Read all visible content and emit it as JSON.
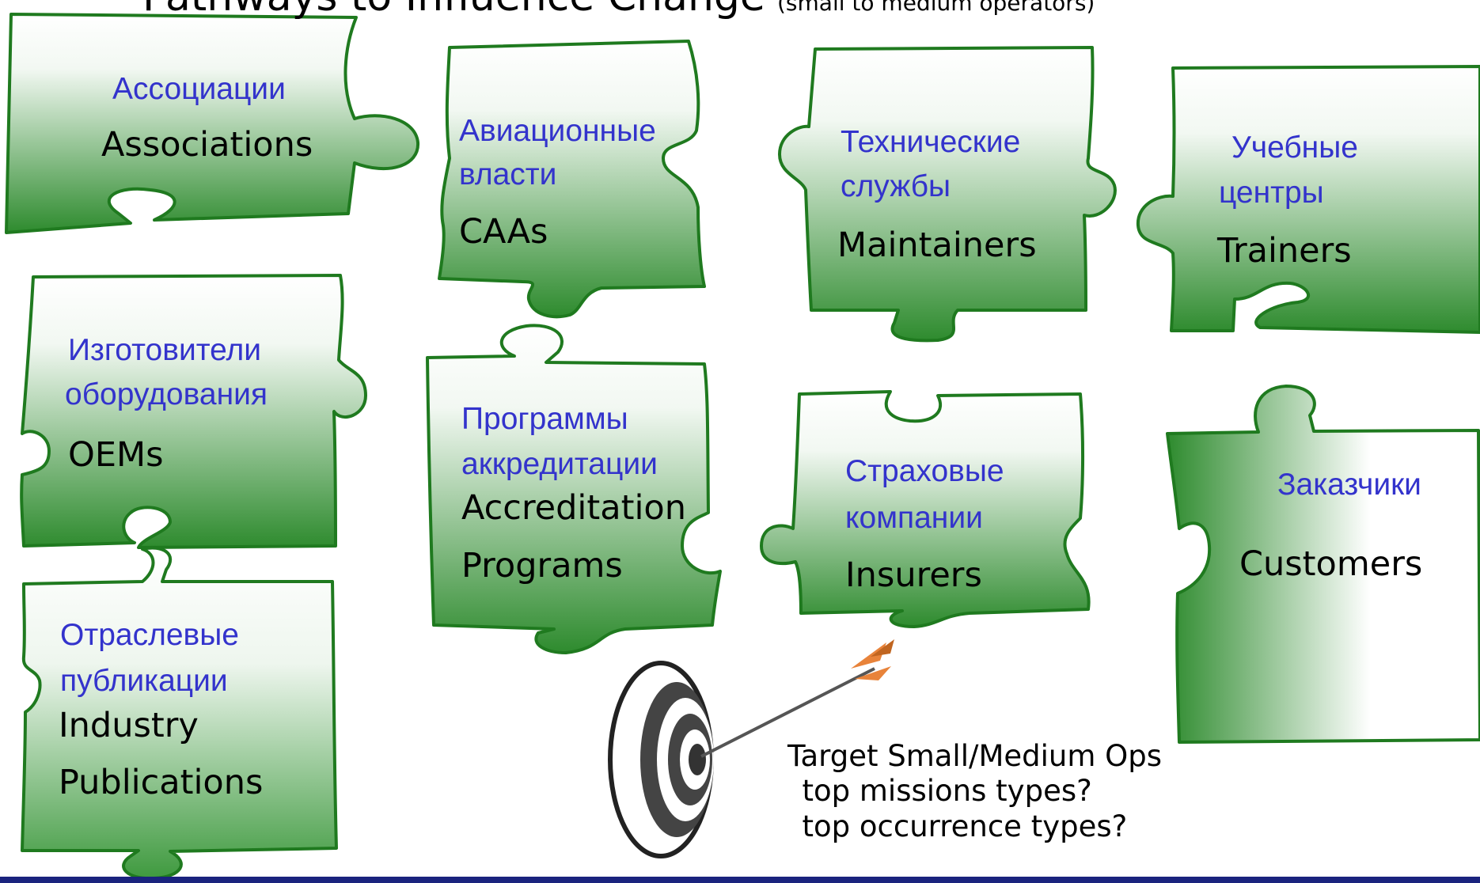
{
  "title": {
    "main": "Pathways to Influence Change",
    "sub": "(small to medium operators)"
  },
  "colors": {
    "piece_dark": "#2e8b2e",
    "piece_light": "#ffffff",
    "outline": "#1f7a1f",
    "russian_text": "#3333cc",
    "english_text": "#000000",
    "bottom_bar": "#1a237e"
  },
  "pieces": [
    {
      "id": "associations",
      "ru": "Ассоциации",
      "en": "Associations"
    },
    {
      "id": "caas",
      "ru": "Авиационные власти",
      "en": "CAAs"
    },
    {
      "id": "maintainers",
      "ru": "Технические службы",
      "en": "Maintainers"
    },
    {
      "id": "trainers",
      "ru": "Учебные центры",
      "en": "Trainers"
    },
    {
      "id": "oems",
      "ru": "Изготовители оборудования",
      "en": "OEMs"
    },
    {
      "id": "accreditation",
      "ru": "Программы аккредитации",
      "en": "Accreditation Programs"
    },
    {
      "id": "insurers",
      "ru": "Страховые компании",
      "en": "Insurers"
    },
    {
      "id": "customers",
      "ru": "Заказчики",
      "en": "Customers"
    },
    {
      "id": "publications",
      "ru": "Отраслевые публикации",
      "en": "Industry Publications"
    }
  ],
  "labels": {
    "associations_ru": "Ассоциации",
    "associations_en": "Associations",
    "caas_ru_1": "Авиационные",
    "caas_ru_2": "власти",
    "caas_en": "CAAs",
    "maintainers_ru_1": "Технические",
    "maintainers_ru_2": "службы",
    "maintainers_en": "Maintainers",
    "trainers_ru_1": "Учебные",
    "trainers_ru_2": "центры",
    "trainers_en": "Trainers",
    "oems_ru_1": "Изготовители",
    "oems_ru_2": "оборудования",
    "oems_en": "OEMs",
    "accreditation_ru_1": "Программы",
    "accreditation_ru_2": "аккредитации",
    "accreditation_en_1": "Accreditation",
    "accreditation_en_2": "Programs",
    "insurers_ru_1": "Страховые",
    "insurers_ru_2": "компании",
    "insurers_en": "Insurers",
    "customers_ru": "Заказчики",
    "customers_en": "Customers",
    "publications_ru_1": "Отраслевые",
    "publications_ru_2": "публикации",
    "publications_en_1": "Industry",
    "publications_en_2": "Publications"
  },
  "target_note": {
    "line1": "Target Small/Medium Ops",
    "line2": "top missions types?",
    "line3": "top occurrence types?"
  },
  "icons": {
    "target": "bullseye-target-icon",
    "arrow": "arrow-icon"
  }
}
